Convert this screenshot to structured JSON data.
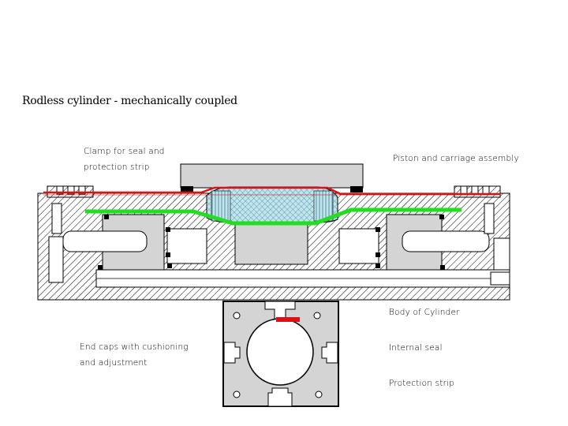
{
  "title": "Rodless cylinder - mechanically coupled",
  "labels": {
    "clamp": "Clamp for seal and protection strip",
    "piston": "Piston and carriage assembly",
    "body": "Body of Cylinder",
    "end_caps": "End caps with cushioning and adjustment",
    "internal_seal": "Internal seal",
    "protection_strip": "Protection strip"
  },
  "colors": {
    "seal": "#dd1111",
    "strip": "#22dd22",
    "metal": "#d4d4d4",
    "piston_blue": "#bfe6f0",
    "outline": "#000000"
  }
}
